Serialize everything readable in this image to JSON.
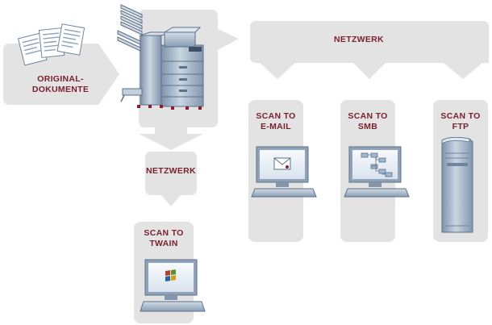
{
  "labels": {
    "originals_line1": "ORIGINAL-",
    "originals_line2": "DOKUMENTE",
    "network_top": "NETZWERK",
    "network_left": "NETZWERK",
    "email_line1": "SCAN TO",
    "email_line2": "E-MAIL",
    "smb_line1": "SCAN TO",
    "smb_line2": "SMB",
    "ftp_line1": "SCAN TO",
    "ftp_line2": "FTP",
    "twain_line1": "SCAN TO",
    "twain_line2": "TWAIN"
  },
  "colors": {
    "box_fill": "#e3e3e3",
    "label_text": "#7a1f2e",
    "device_blue": "#9fb3c8",
    "device_dark": "#5e7188",
    "screen_fill": "#eef3f8",
    "paper_fill": "#ffffff"
  },
  "icons": [
    "document-stack-icon",
    "multifunction-printer-icon",
    "email-monitor-icon",
    "smb-monitor-icon",
    "ftp-server-icon",
    "twain-monitor-icon"
  ]
}
